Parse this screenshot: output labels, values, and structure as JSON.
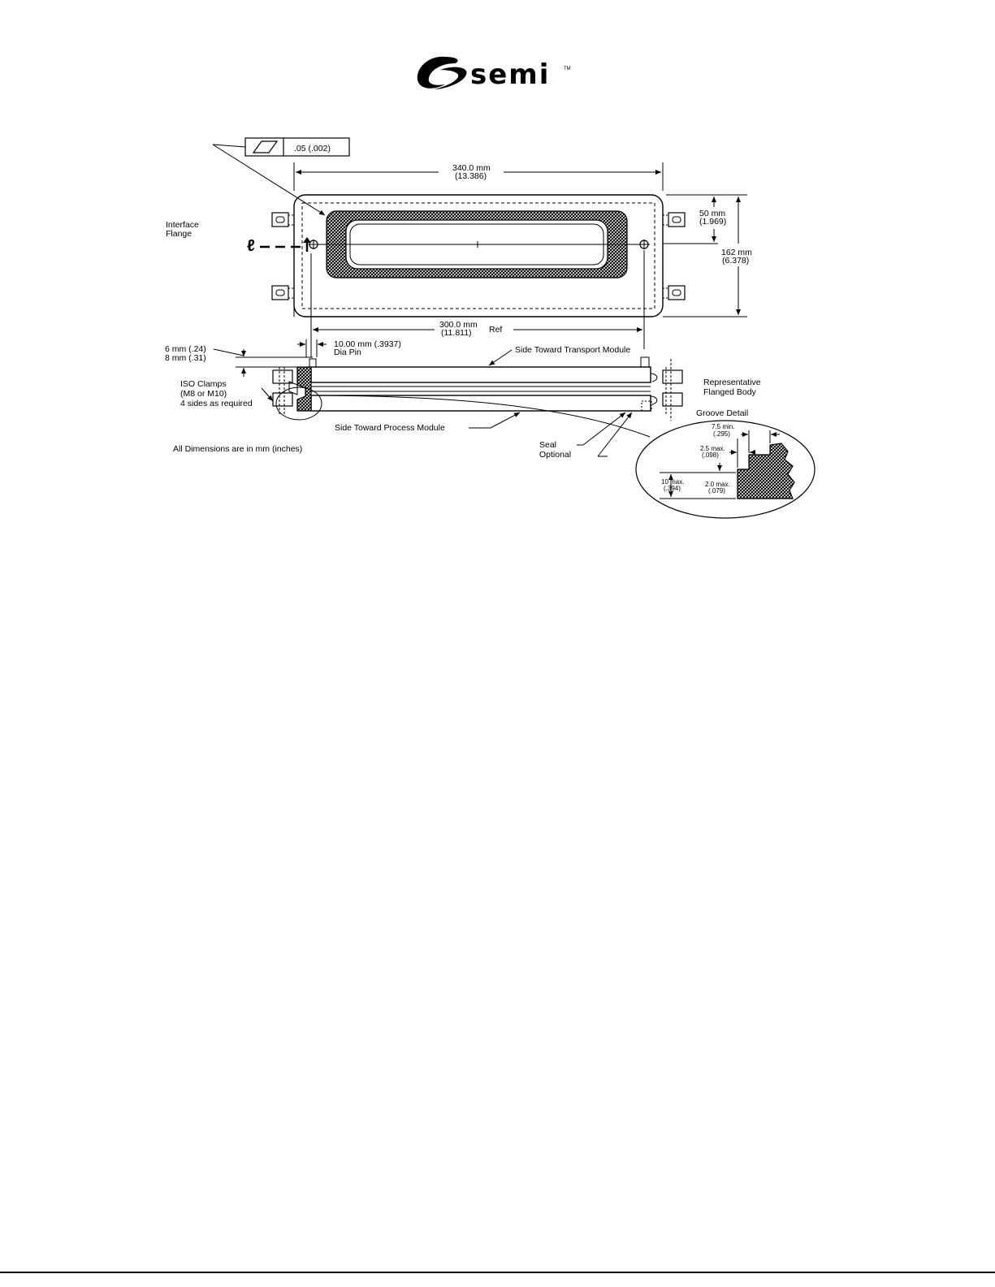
{
  "logo": {
    "brand_text": "semi",
    "trademark": "TM"
  },
  "tolerance_box": {
    "symbol": "flatness-parallelogram-icon",
    "value": ".05 (.002)"
  },
  "labels": {
    "interface_flange_1": "Interface",
    "interface_flange_2": "Flange",
    "dim_340_mm": "340.0 mm",
    "dim_340_in": "(13.386)",
    "dim_50_mm": "50 mm",
    "dim_50_in": "(1.969)",
    "dim_162_mm": "162 mm",
    "dim_162_in": "(6.378)",
    "dim_300_mm": "300.0 mm",
    "dim_300_in": "(11.811)",
    "dim_300_ref": "Ref",
    "dim_6mm": "6 mm (.24)",
    "dim_8mm": "8 mm (.31)",
    "pin_1": "10.00 mm (.3937)",
    "pin_2": "Dia Pin",
    "transport_side": "Side Toward Transport Module",
    "process_side": "Side Toward Process Module",
    "iso_1": "ISO Clamps",
    "iso_2": "(M8 or M10)",
    "iso_3": "4 sides as required",
    "rep_1": "Representative",
    "rep_2": "Flanged Body",
    "groove_title": "Groove Detail",
    "seal_1": "Seal",
    "seal_2": "Optional",
    "all_dims": "All Dimensions are in mm (inches)",
    "centerline": "ℓ"
  },
  "groove_detail": {
    "d1_a": "7.5 min.",
    "d1_b": "(.295)",
    "d2_a": "2.5 max.",
    "d2_b": "(.098)",
    "d3_a": "10 max.",
    "d3_b": "(.394)",
    "d4_a": "2.0 max.",
    "d4_b": "(.079)"
  }
}
